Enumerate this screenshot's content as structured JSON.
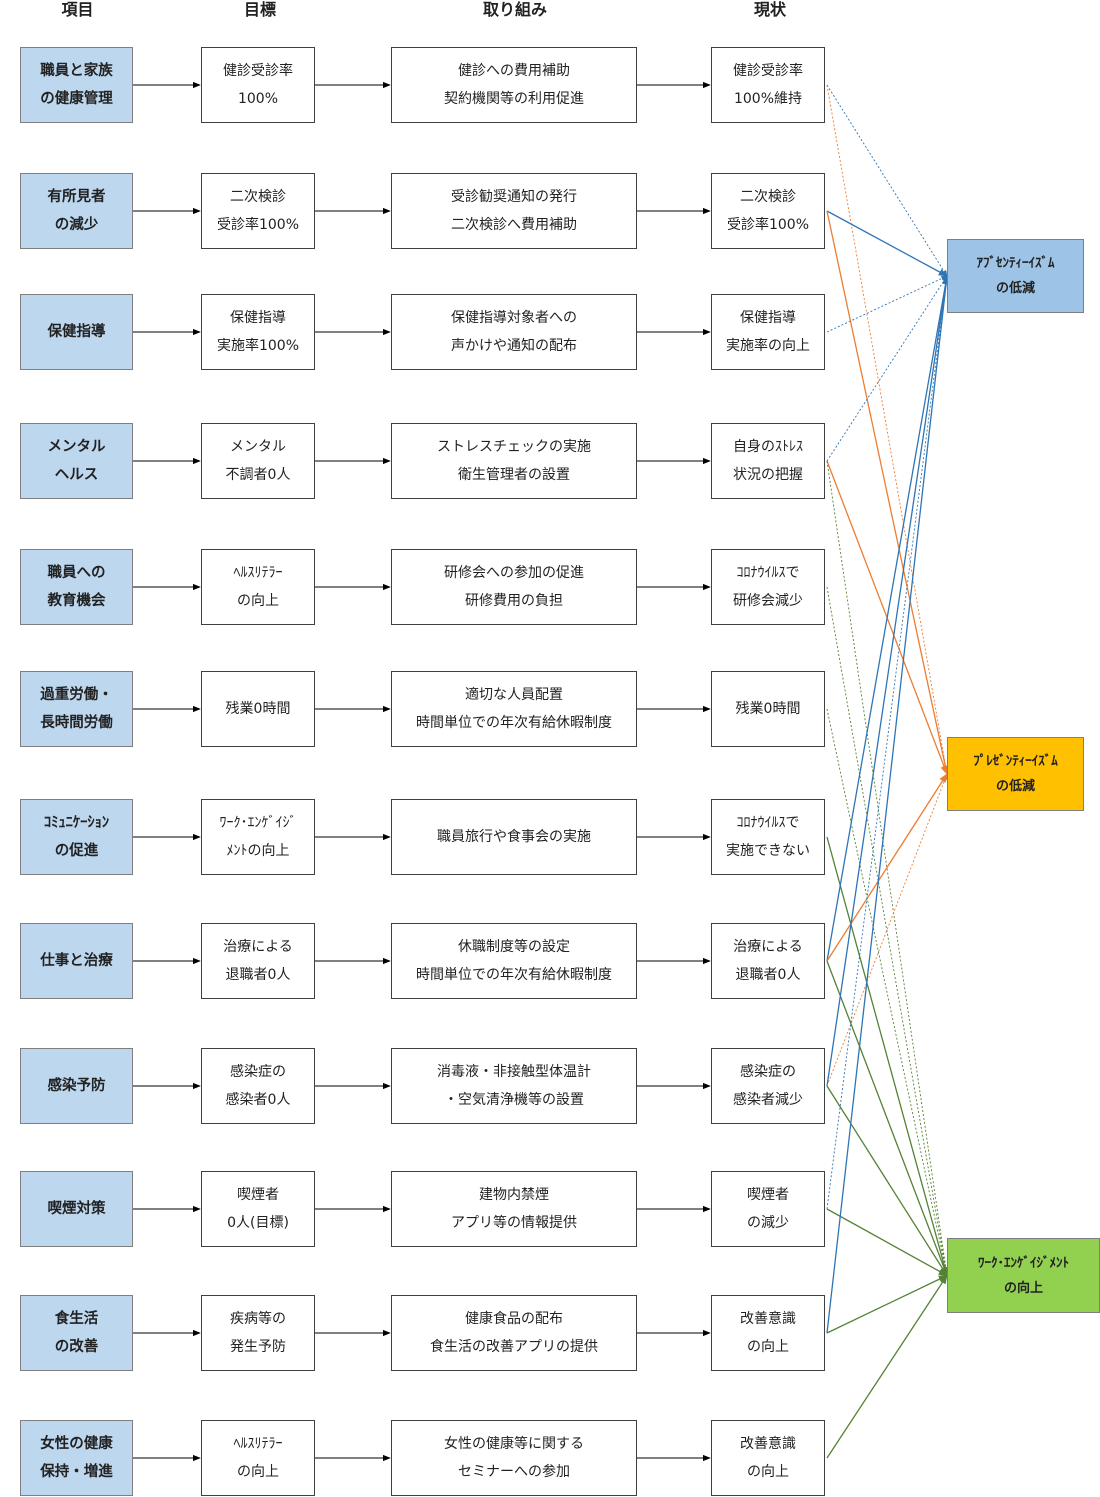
{
  "headers": {
    "item": "項目",
    "goal": "目標",
    "action": "取り組み",
    "status": "現状"
  },
  "rows": [
    {
      "item": [
        "職員と家族",
        "の健康管理"
      ],
      "goal": [
        "健診受診率",
        "100%"
      ],
      "action": [
        "健診への費用補助",
        "契約機関等の利用促進"
      ],
      "status": [
        "健診受診率",
        "100%維持"
      ]
    },
    {
      "item": [
        "有所見者",
        "の減少"
      ],
      "goal": [
        "二次検診",
        "受診率100%"
      ],
      "action": [
        "受診勧奨通知の発行",
        "二次検診へ費用補助"
      ],
      "status": [
        "二次検診",
        "受診率100%"
      ]
    },
    {
      "item": [
        "保健指導"
      ],
      "goal": [
        "保健指導",
        "実施率100%"
      ],
      "action": [
        "保健指導対象者への",
        "声かけや通知の配布"
      ],
      "status": [
        "保健指導",
        "実施率の向上"
      ]
    },
    {
      "item": [
        "メンタル",
        "ヘルス"
      ],
      "goal": [
        "メンタル",
        "不調者0人"
      ],
      "action": [
        "ストレスチェックの実施",
        "衛生管理者の設置"
      ],
      "status": [
        "自身のｽﾄﾚｽ",
        "状況の把握"
      ]
    },
    {
      "item": [
        "職員への",
        "教育機会"
      ],
      "goal": [
        "ﾍﾙｽﾘﾃﾗｰ",
        "の向上"
      ],
      "action": [
        "研修会への参加の促進",
        "研修費用の負担"
      ],
      "status": [
        "ｺﾛﾅｳｲﾙｽで",
        "研修会減少"
      ]
    },
    {
      "item": [
        "過重労働・",
        "長時間労働"
      ],
      "goal": [
        "残業0時間"
      ],
      "action": [
        "適切な人員配置",
        "時間単位での年次有給休暇制度"
      ],
      "status": [
        "残業0時間"
      ]
    },
    {
      "item": [
        "ｺﾐｭﾆｹｰｼｮﾝ",
        "の促進"
      ],
      "goal": [
        "ﾜｰｸ･ｴﾝｹﾞｲｼﾞ",
        "ﾒﾝﾄの向上"
      ],
      "action": [
        "職員旅行や食事会の実施"
      ],
      "status": [
        "ｺﾛﾅｳｲﾙｽで",
        "実施できない"
      ]
    },
    {
      "item": [
        "仕事と治療"
      ],
      "goal": [
        "治療による",
        "退職者0人"
      ],
      "action": [
        "休職制度等の設定",
        "時間単位での年次有給休暇制度"
      ],
      "status": [
        "治療による",
        "退職者0人"
      ]
    },
    {
      "item": [
        "感染予防"
      ],
      "goal": [
        "感染症の",
        "感染者0人"
      ],
      "action": [
        "消毒液・非接触型体温計",
        "・空気清浄機等の設置"
      ],
      "status": [
        "感染症の",
        "感染者減少"
      ]
    },
    {
      "item": [
        "喫煙対策"
      ],
      "goal": [
        "喫煙者",
        "0人(目標)"
      ],
      "action": [
        "建物内禁煙",
        "アプリ等の情報提供"
      ],
      "status": [
        "喫煙者",
        "の減少"
      ]
    },
    {
      "item": [
        "食生活",
        "の改善"
      ],
      "goal": [
        "疾病等の",
        "発生予防"
      ],
      "action": [
        "健康食品の配布",
        "食生活の改善アプリの提供"
      ],
      "status": [
        "改善意識",
        "の向上"
      ]
    },
    {
      "item": [
        "女性の健康",
        "保持・増進"
      ],
      "goal": [
        "ﾍﾙｽﾘﾃﾗｰ",
        "の向上"
      ],
      "action": [
        "女性の健康等に関する",
        "セミナーへの参加"
      ],
      "status": [
        "改善意識",
        "の向上"
      ]
    }
  ],
  "outcomes": [
    {
      "id": "absenteeism",
      "label": [
        "ｱﾌﾞｾﾝﾃｨｰｲｽﾞﾑ",
        "の低減"
      ],
      "color": "#9dc3e6"
    },
    {
      "id": "presenteeism",
      "label": [
        "ﾌﾟﾚｾﾞﾝﾃｨｰｲｽﾞﾑ",
        "の低減"
      ],
      "color": "#ffc000"
    },
    {
      "id": "engagement",
      "label": [
        "ﾜｰｸ･ｴﾝｹﾞｲｼﾞﾒﾝﾄ",
        "の向上"
      ],
      "color": "#92d050"
    }
  ],
  "link_colors": {
    "absenteeism": "#2e75b6",
    "presenteeism": "#ed7d31",
    "engagement": "#548235"
  },
  "links": [
    {
      "row": 0,
      "to": "absenteeism",
      "style": "dotted"
    },
    {
      "row": 0,
      "to": "presenteeism",
      "style": "dotted"
    },
    {
      "row": 1,
      "to": "absenteeism",
      "style": "solid"
    },
    {
      "row": 1,
      "to": "presenteeism",
      "style": "solid"
    },
    {
      "row": 2,
      "to": "absenteeism",
      "style": "dotted"
    },
    {
      "row": 3,
      "to": "absenteeism",
      "style": "dotted"
    },
    {
      "row": 3,
      "to": "presenteeism",
      "style": "solid"
    },
    {
      "row": 3,
      "to": "engagement",
      "style": "dotted"
    },
    {
      "row": 4,
      "to": "engagement",
      "style": "dotted"
    },
    {
      "row": 5,
      "to": "engagement",
      "style": "dotted"
    },
    {
      "row": 6,
      "to": "engagement",
      "style": "solid"
    },
    {
      "row": 7,
      "to": "absenteeism",
      "style": "solid"
    },
    {
      "row": 7,
      "to": "presenteeism",
      "style": "solid"
    },
    {
      "row": 7,
      "to": "engagement",
      "style": "solid"
    },
    {
      "row": 8,
      "to": "absenteeism",
      "style": "solid"
    },
    {
      "row": 8,
      "to": "presenteeism",
      "style": "dotted"
    },
    {
      "row": 8,
      "to": "engagement",
      "style": "solid"
    },
    {
      "row": 9,
      "to": "absenteeism",
      "style": "dotted"
    },
    {
      "row": 9,
      "to": "engagement",
      "style": "solid"
    },
    {
      "row": 10,
      "to": "absenteeism",
      "style": "solid"
    },
    {
      "row": 10,
      "to": "engagement",
      "style": "solid"
    },
    {
      "row": 11,
      "to": "engagement",
      "style": "solid"
    }
  ]
}
